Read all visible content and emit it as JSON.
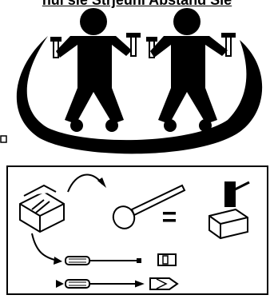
{
  "header": {
    "title_fragment": "nul sie Strjeuni Abstand Sie"
  },
  "diagram": {
    "upper_panel": {
      "figures": [
        "worker-figure",
        "worker-figure"
      ],
      "figure_tools": [
        "hammer-icon",
        "hammer-icon"
      ]
    },
    "lower_panel": {
      "equals_sign": "=",
      "items": [
        "toolbox-icon",
        "mallet-icon",
        "hammer-on-block-icon",
        "flat-screwdriver-icon",
        "cross-screwdriver-icon"
      ]
    }
  },
  "colors": {
    "ink": "#000000",
    "paper": "#ffffff"
  }
}
